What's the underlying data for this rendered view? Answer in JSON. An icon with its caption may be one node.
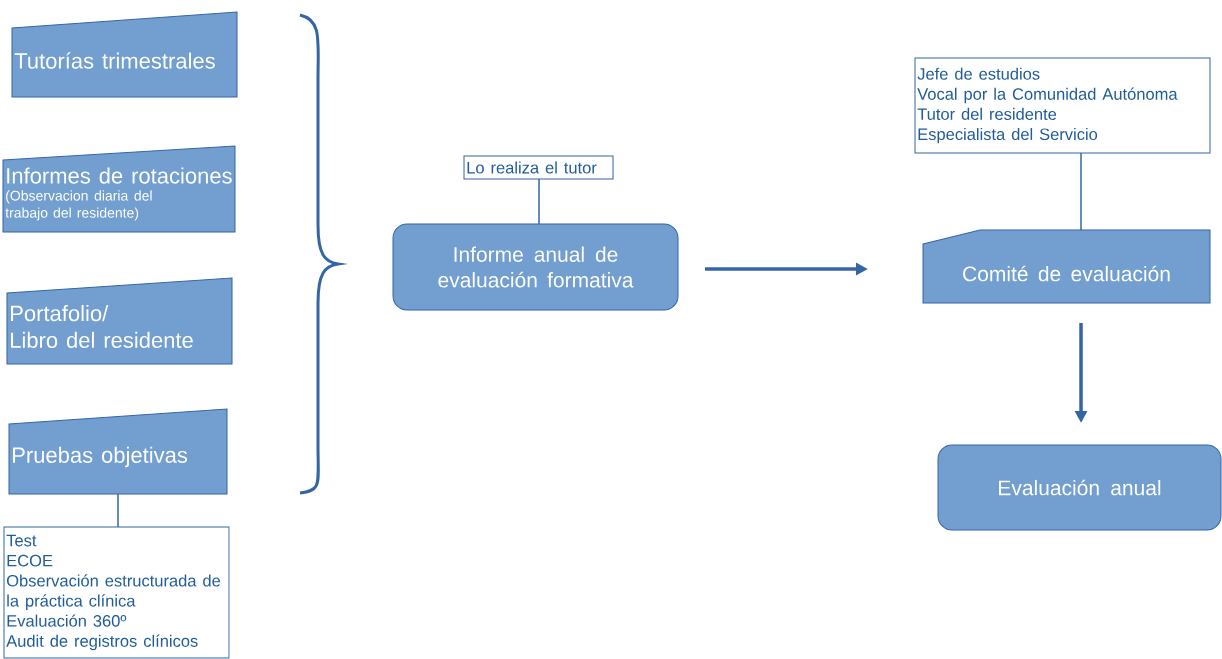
{
  "diagram": {
    "nodes": [
      {
        "text": [
          "Tutorías trimestrales"
        ]
      },
      {
        "text": [
          "Informes de rotaciones",
          "(Observacion diaria del trabajo del residente)"
        ]
      },
      {
        "text": [
          "Portafolio/",
          "Libro del residente"
        ]
      },
      {
        "text": [
          "Pruebas objetivas"
        ]
      },
      {
        "text": [
          "Test",
          "ECOE",
          "Observación estructurada de la práctica clínica",
          "Evaluación 360º",
          "Audit de registros clínicos"
        ]
      },
      {
        "text": [
          "Lo realiza el tutor"
        ]
      },
      {
        "text": [
          "Informe anual de evaluación formativa"
        ]
      },
      {
        "text": [
          "Jefe de estudios",
          "Vocal por la Comunidad Autónoma",
          "Tutor del residente",
          "Especialista del Servicio"
        ]
      },
      {
        "text": [
          "Comité de evaluación"
        ]
      },
      {
        "text": [
          "Evaluación anual"
        ]
      }
    ],
    "edges": [
      {
        "from": 3,
        "to": 4,
        "arrow": "none"
      },
      {
        "from": 5,
        "to": 6,
        "arrow": "none"
      },
      {
        "from": 6,
        "to": 8,
        "arrow": "to",
        "style": "thick"
      },
      {
        "from": 7,
        "to": 8,
        "arrow": "none"
      },
      {
        "from": 8,
        "to": 9,
        "arrow": "to",
        "style": "thick"
      }
    ]
  }
}
